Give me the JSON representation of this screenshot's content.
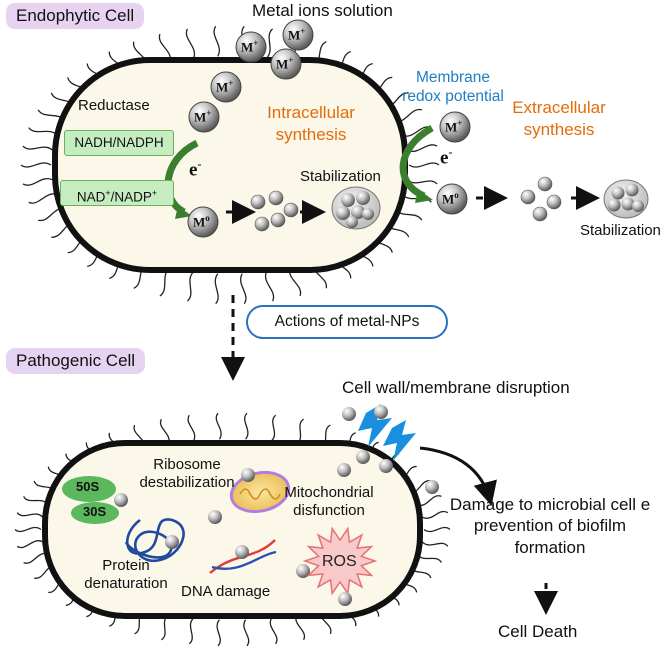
{
  "endophytic": {
    "tag": "Endophytic Cell",
    "metal_ions_solution": "Metal ions solution",
    "ion_label": "M",
    "ion_charge": "+",
    "zero_label": "M",
    "zero_charge": "o",
    "reductase": "Reductase",
    "cofactor_reduced": "NADH/NADPH",
    "cofactor_oxidized_1": "NAD",
    "cofactor_oxidized_2": "/NADP",
    "electron": "e",
    "electron_charge": "-",
    "intracellular_line1": "Intracellular",
    "intracellular_line2": "synthesis",
    "stabilization_inside": "Stabilization",
    "membrane_line1": "Membrane",
    "membrane_line2": "redox potential",
    "extracellular_line1": "Extracellular",
    "extracellular_line2": "synthesis",
    "stabilization_outside": "Stabilization"
  },
  "transition": {
    "label": "Actions of metal-NPs"
  },
  "pathogenic": {
    "tag": "Pathogenic Cell",
    "cell_wall": "Cell wall/membrane disruption",
    "ribosome_line1": "Ribosome",
    "ribosome_line2": "destabilization",
    "sub_50s": "50S",
    "sub_30s": "30S",
    "mito_line1": "Mitochondrial",
    "mito_line2": "disfunction",
    "protein_line1": "Protein",
    "protein_line2": "denaturation",
    "dna": "DNA damage",
    "ros": "ROS",
    "damage_line1": "Damage to microbial cell e",
    "damage_line2": "prevention of biofilm",
    "damage_line3": "formation",
    "death": "Cell Death"
  },
  "colors": {
    "orange_text": "#e36c0a",
    "blue_text": "#1f7ec2",
    "tag_bg": "#e6d3f1",
    "cell_fill": "#fbf8ea",
    "green_arrow": "#3b7f2e",
    "ros_fill": "#f9c9c9",
    "bolt": "#1a8fe0"
  }
}
